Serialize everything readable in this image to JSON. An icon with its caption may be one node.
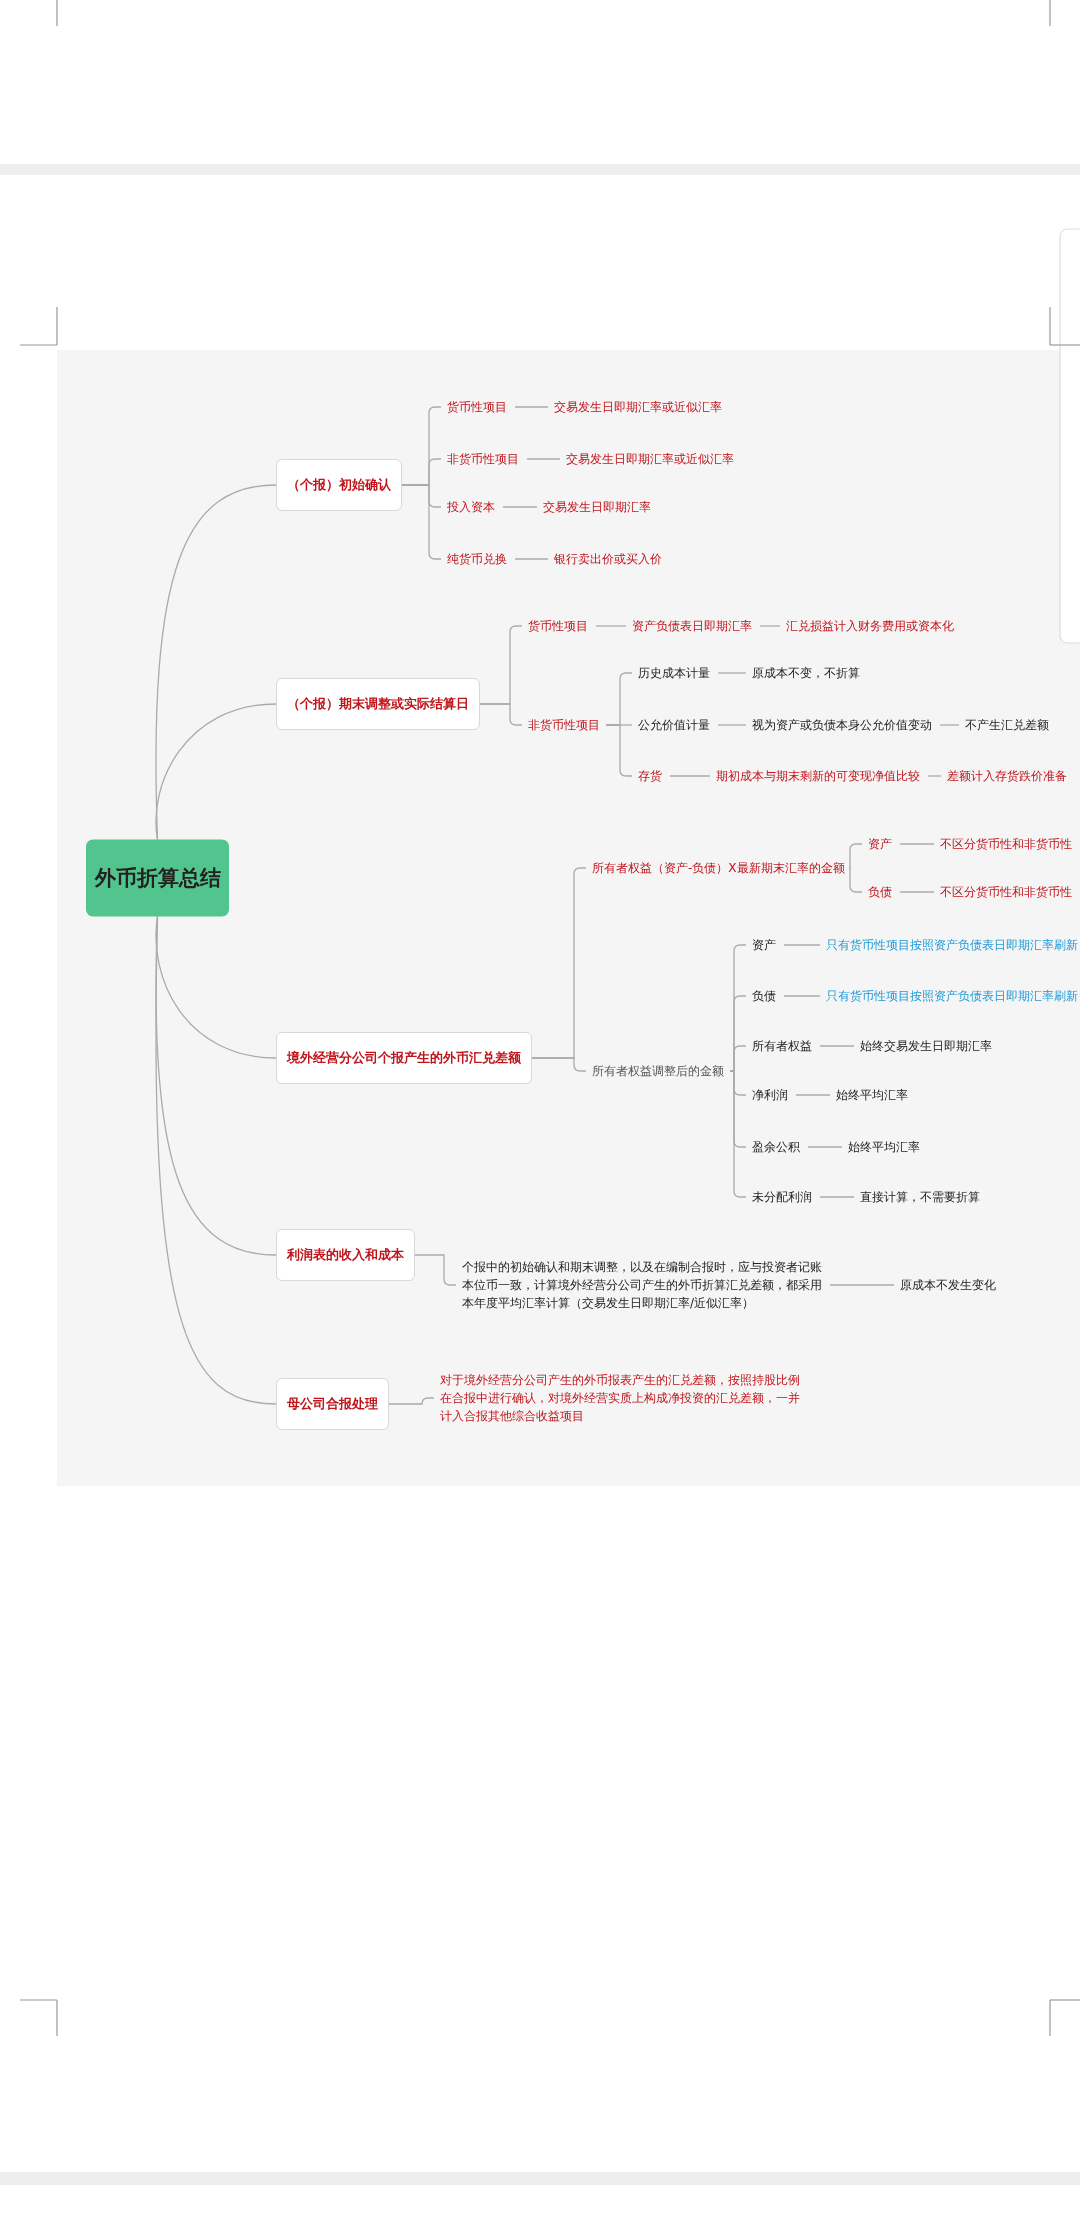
{
  "diagram": {
    "nodes": [
      {
        "text": [
          "外币折算总结"
        ]
      },
      {
        "text": [
          "（个报）初始确认"
        ]
      },
      {
        "text": [
          "货币性项目"
        ]
      },
      {
        "text": [
          "交易发生日即期汇率或近似汇率"
        ]
      },
      {
        "text": [
          "非货币性项目"
        ]
      },
      {
        "text": [
          "交易发生日即期汇率或近似汇率"
        ]
      },
      {
        "text": [
          "投入资本"
        ]
      },
      {
        "text": [
          "交易发生日即期汇率"
        ]
      },
      {
        "text": [
          "纯货币兑换"
        ]
      },
      {
        "text": [
          "银行卖出价或买入价"
        ]
      },
      {
        "text": [
          "（个报）期末调整或实际结算日"
        ]
      },
      {
        "text": [
          "货币性项目"
        ]
      },
      {
        "text": [
          "资产负债表日即期汇率"
        ]
      },
      {
        "text": [
          "汇兑损益计入财务费用或资本化"
        ]
      },
      {
        "text": [
          "非货币性项目"
        ]
      },
      {
        "text": [
          "历史成本计量"
        ]
      },
      {
        "text": [
          "原成本不变，不折算"
        ]
      },
      {
        "text": [
          "公允价值计量"
        ]
      },
      {
        "text": [
          "视为资产或负债本身公允价值变动"
        ]
      },
      {
        "text": [
          "不产生汇兑差额"
        ]
      },
      {
        "text": [
          "存货"
        ]
      },
      {
        "text": [
          "期初成本与期末剩新的可变现净值比较"
        ]
      },
      {
        "text": [
          "差额计入存货跌价准备"
        ]
      },
      {
        "text": [
          "境外经营分公司个报产生的外币汇兑差额"
        ]
      },
      {
        "text": [
          "所有者权益（资产-负债）X最新期末汇率的金额"
        ]
      },
      {
        "text": [
          "资产"
        ]
      },
      {
        "text": [
          "不区分货币性和非货币性"
        ]
      },
      {
        "text": [
          "负债"
        ]
      },
      {
        "text": [
          "不区分货币性和非货币性"
        ]
      },
      {
        "text": [
          "所有者权益调整后的金额"
        ]
      },
      {
        "text": [
          "资产"
        ]
      },
      {
        "text": [
          "只有货币性项目按照资产负债表日即期汇率刷新"
        ]
      },
      {
        "text": [
          "负债"
        ]
      },
      {
        "text": [
          "只有货币性项目按照资产负债表日即期汇率刷新"
        ]
      },
      {
        "text": [
          "所有者权益"
        ]
      },
      {
        "text": [
          "始终交易发生日即期汇率"
        ]
      },
      {
        "text": [
          "净利润"
        ]
      },
      {
        "text": [
          "始终平均汇率"
        ]
      },
      {
        "text": [
          "盈余公积"
        ]
      },
      {
        "text": [
          "始终平均汇率"
        ]
      },
      {
        "text": [
          "未分配利润"
        ]
      },
      {
        "text": [
          "直接计算，不需要折算"
        ]
      },
      {
        "text": [
          "利润表的收入和成本"
        ]
      },
      {
        "text": [
          "个报中的初始确认和期末调整，以及在编制合报时，应与投资者记账本位币一致，计算境外经营分公司产生的外币折算汇兑差额，都采用本年度平均汇率计算（交易发生日即期汇率/近似汇率）"
        ]
      },
      {
        "text": [
          "原成本不发生变化"
        ]
      },
      {
        "text": [
          "母公司合报处理"
        ]
      },
      {
        "text": [
          "对于境外经营分公司产生的外币报表产生的汇兑差额，按照持股比例在合报中进行确认，对境外经营实质上构成净投资的汇兑差额，一并计入合报其他综合收益项目"
        ]
      }
    ],
    "edges": [
      {
        "from": 0,
        "to": 1,
        "arrow": "none"
      },
      {
        "from": 0,
        "to": 10,
        "arrow": "none"
      },
      {
        "from": 0,
        "to": 23,
        "arrow": "none"
      },
      {
        "from": 0,
        "to": 42,
        "arrow": "none"
      },
      {
        "from": 0,
        "to": 45,
        "arrow": "none"
      },
      {
        "from": 1,
        "to": 2,
        "arrow": "none"
      },
      {
        "from": 2,
        "to": 3,
        "arrow": "none"
      },
      {
        "from": 1,
        "to": 4,
        "arrow": "none"
      },
      {
        "from": 4,
        "to": 5,
        "arrow": "none"
      },
      {
        "from": 1,
        "to": 6,
        "arrow": "none"
      },
      {
        "from": 6,
        "to": 7,
        "arrow": "none"
      },
      {
        "from": 1,
        "to": 8,
        "arrow": "none"
      },
      {
        "from": 8,
        "to": 9,
        "arrow": "none"
      },
      {
        "from": 10,
        "to": 11,
        "arrow": "none"
      },
      {
        "from": 11,
        "to": 12,
        "arrow": "none"
      },
      {
        "from": 12,
        "to": 13,
        "arrow": "none"
      },
      {
        "from": 10,
        "to": 14,
        "arrow": "none"
      },
      {
        "from": 14,
        "to": 15,
        "arrow": "none"
      },
      {
        "from": 15,
        "to": 16,
        "arrow": "none"
      },
      {
        "from": 14,
        "to": 17,
        "arrow": "none"
      },
      {
        "from": 17,
        "to": 18,
        "arrow": "none"
      },
      {
        "from": 18,
        "to": 19,
        "arrow": "none"
      },
      {
        "from": 14,
        "to": 20,
        "arrow": "none"
      },
      {
        "from": 20,
        "to": 21,
        "arrow": "none"
      },
      {
        "from": 21,
        "to": 22,
        "arrow": "none"
      },
      {
        "from": 23,
        "to": 24,
        "arrow": "none"
      },
      {
        "from": 24,
        "to": 25,
        "arrow": "none"
      },
      {
        "from": 25,
        "to": 26,
        "arrow": "none"
      },
      {
        "from": 24,
        "to": 27,
        "arrow": "none"
      },
      {
        "from": 27,
        "to": 28,
        "arrow": "none"
      },
      {
        "from": 23,
        "to": 29,
        "arrow": "none"
      },
      {
        "from": 29,
        "to": 30,
        "arrow": "none"
      },
      {
        "from": 30,
        "to": 31,
        "arrow": "none"
      },
      {
        "from": 29,
        "to": 32,
        "arrow": "none"
      },
      {
        "from": 32,
        "to": 33,
        "arrow": "none"
      },
      {
        "from": 29,
        "to": 34,
        "arrow": "none"
      },
      {
        "from": 34,
        "to": 35,
        "arrow": "none"
      },
      {
        "from": 29,
        "to": 36,
        "arrow": "none"
      },
      {
        "from": 36,
        "to": 37,
        "arrow": "none"
      },
      {
        "from": 29,
        "to": 38,
        "arrow": "none"
      },
      {
        "from": 38,
        "to": 39,
        "arrow": "none"
      },
      {
        "from": 29,
        "to": 40,
        "arrow": "none"
      },
      {
        "from": 40,
        "to": 41,
        "arrow": "none"
      },
      {
        "from": 42,
        "to": 43,
        "arrow": "none"
      },
      {
        "from": 43,
        "to": 44,
        "arrow": "none"
      },
      {
        "from": 45,
        "to": 46,
        "arrow": "none"
      }
    ]
  }
}
